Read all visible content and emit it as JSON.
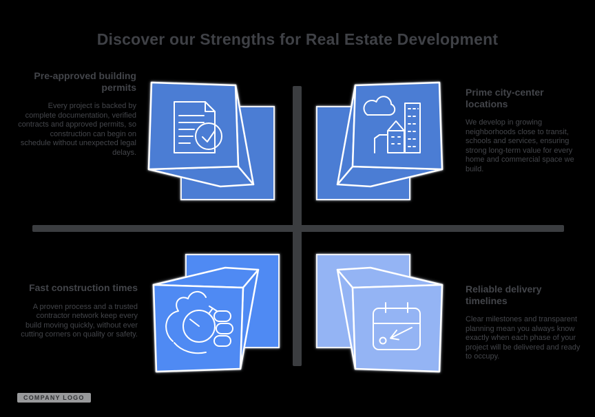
{
  "title": "Discover our Strengths for Real Estate Development",
  "colors": {
    "background": "#000000",
    "divider": "#3b3d40",
    "text": "#44464b",
    "cube_blue_dark": "#4b7dd4",
    "cube_blue_bright": "#4f8af3",
    "cube_blue_light": "#94b4f4",
    "icon_stroke": "#ffffff"
  },
  "quadrants": [
    {
      "position": "top-left",
      "icon": "document-check-icon",
      "cube_color": "#4b7dd4",
      "heading": "Pre-approved building permits",
      "body": "Every project is backed by complete documentation, verified contracts and approved permits, so construction can begin on schedule without unexpected legal delays."
    },
    {
      "position": "top-right",
      "icon": "city-buildings-icon",
      "cube_color": "#4b7dd4",
      "heading": "Prime city-center locations",
      "body": "We develop in growing neighborhoods close to transit, schools and services, ensuring strong long-term value for every home and commercial space we build."
    },
    {
      "position": "bottom-left",
      "icon": "stopwatch-hand-icon",
      "cube_color": "#4f8af3",
      "heading": "Fast construction times",
      "body": "A proven process and a trusted contractor network keep every build moving quickly, without ever cutting corners on quality or safety."
    },
    {
      "position": "bottom-right",
      "icon": "calendar-deadline-icon",
      "cube_color": "#94b4f4",
      "heading": "Reliable delivery timelines",
      "body": "Clear milestones and transparent planning mean you always know exactly when each phase of your project will be delivered and ready to occupy."
    }
  ],
  "footer": {
    "logo_text": "COMPANY LOGO"
  }
}
